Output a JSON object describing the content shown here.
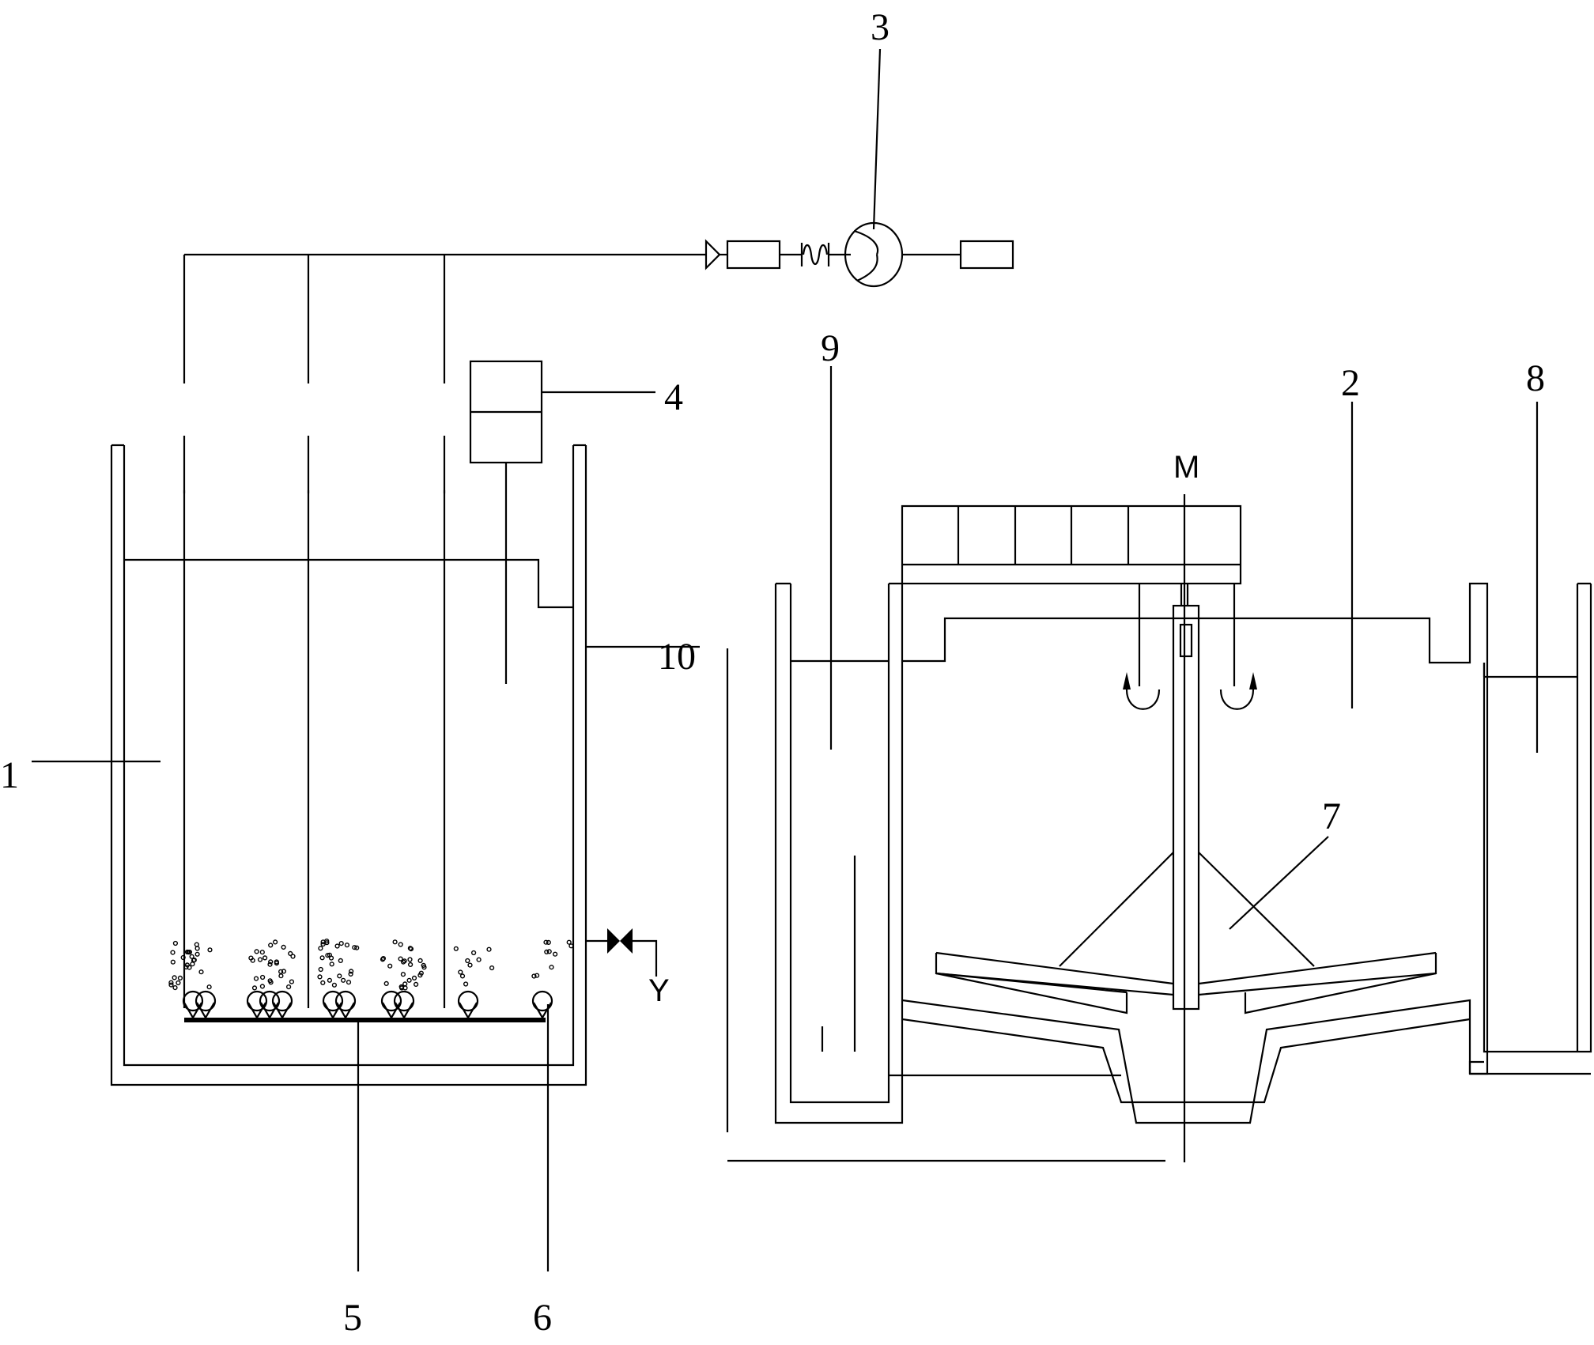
{
  "labels": {
    "tank_1": "1",
    "tank_2": "2",
    "blower_3": "3",
    "box_4": "4",
    "pipe_5": "5",
    "diffuser_6": "6",
    "impeller_7": "7",
    "tank_8": "8",
    "tank_9": "9",
    "wall_10": "10",
    "motor": "M",
    "outlet": "Y"
  }
}
